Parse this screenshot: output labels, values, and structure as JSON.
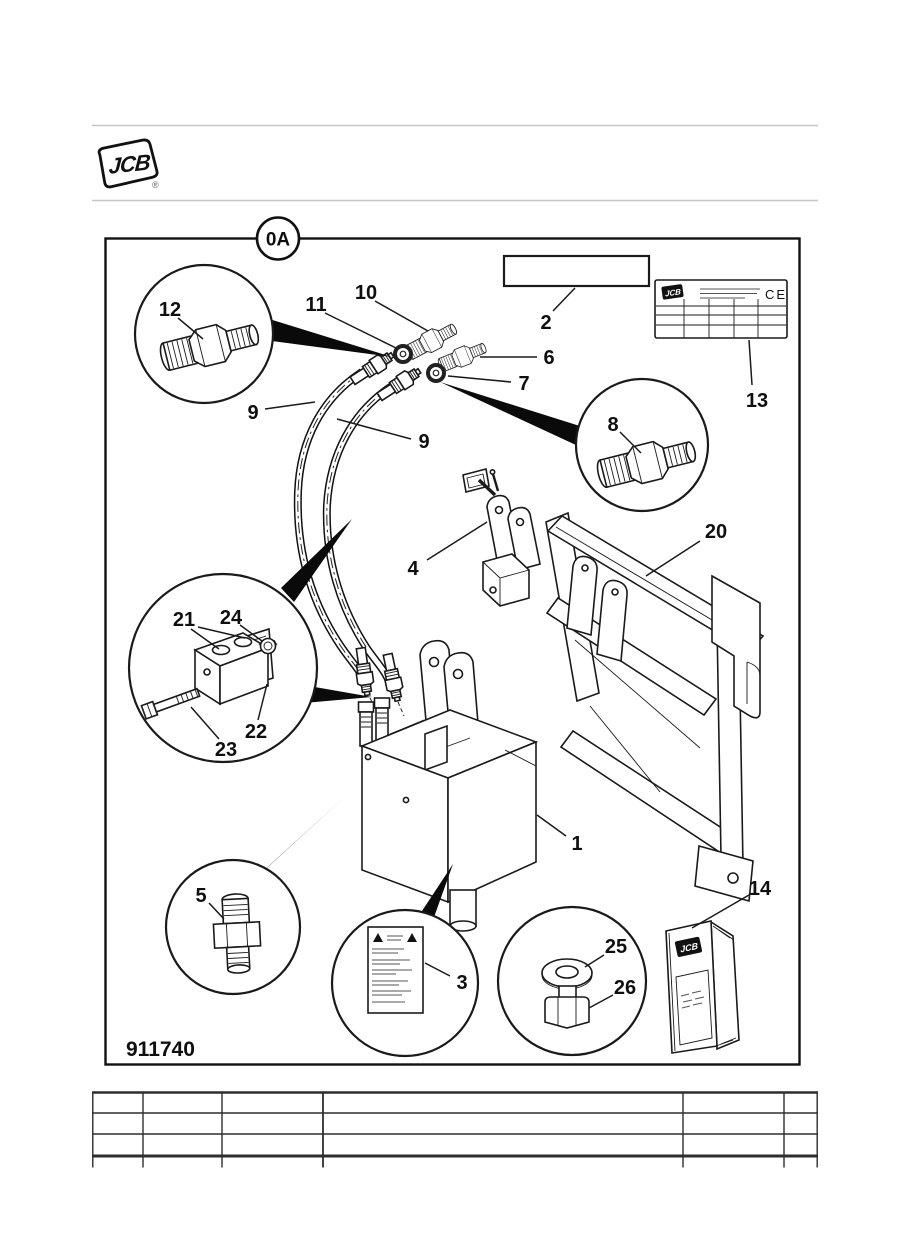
{
  "brand": {
    "name": "JCB",
    "registered": "®"
  },
  "diagram": {
    "section_ref": "0A",
    "figure_number": "911740",
    "callouts": {
      "1": "1",
      "2": "2",
      "3": "3",
      "4": "4",
      "5": "5",
      "6": "6",
      "7": "7",
      "8": "8",
      "9a": "9",
      "9b": "9",
      "10": "10",
      "11": "11",
      "12": "12",
      "13": "13",
      "14": "14",
      "20": "20",
      "21": "21",
      "22": "22",
      "23": "23",
      "24": "24",
      "25": "25",
      "26": "26"
    },
    "data_plate": {
      "brand": "JCB",
      "ce_mark": "CE"
    },
    "manual": {
      "brand": "JCB"
    }
  }
}
